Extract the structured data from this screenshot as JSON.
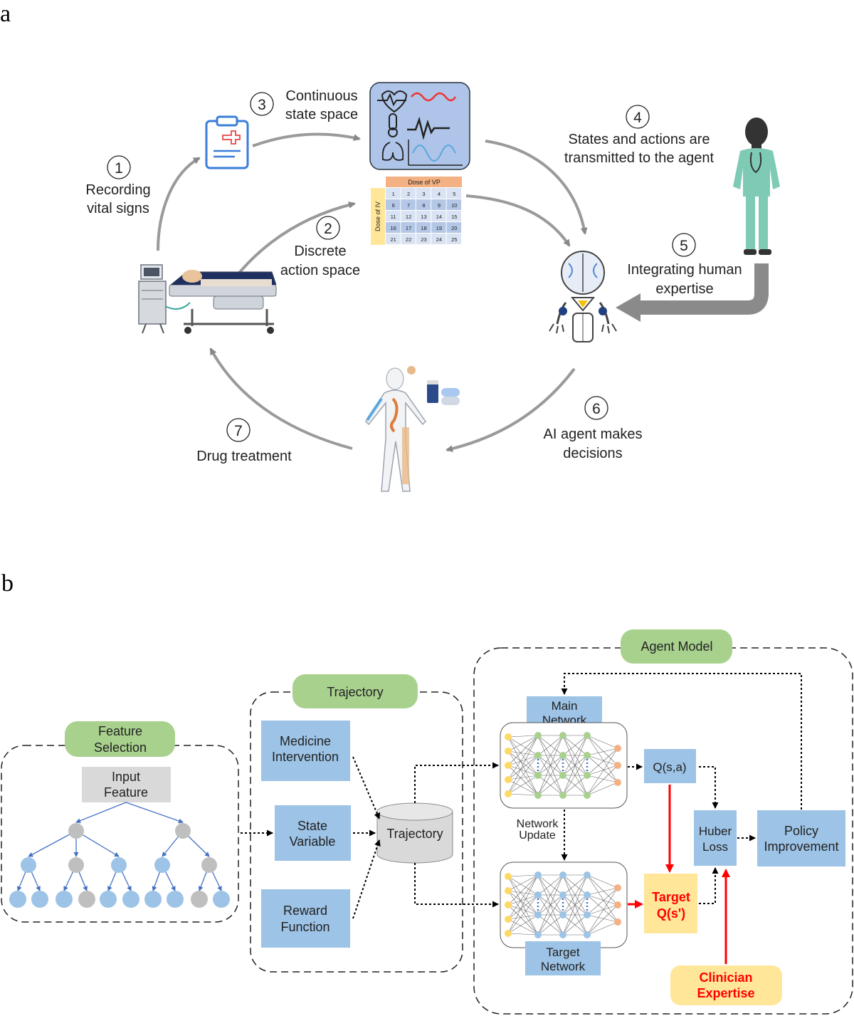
{
  "panel_a": {
    "label": "a",
    "steps": [
      {
        "num": "1",
        "line1": "Recording",
        "line2": "vital signs"
      },
      {
        "num": "2",
        "line1": "Discrete",
        "line2": "action space"
      },
      {
        "num": "3",
        "line1": "Continuous",
        "line2": "state space"
      },
      {
        "num": "4",
        "line1": "States and actions are",
        "line2": "transmitted to the agent"
      },
      {
        "num": "5",
        "line1": "Integrating human",
        "line2": "expertise"
      },
      {
        "num": "6",
        "line1": "AI agent makes",
        "line2": "decisions"
      },
      {
        "num": "7",
        "line1": "Drug treatment",
        "line2": ""
      }
    ],
    "action_table": {
      "col_header": "Dose of VP",
      "row_header": "Dose of IV",
      "cells": [
        [
          "1",
          "2",
          "3",
          "4",
          "5"
        ],
        [
          "6",
          "7",
          "8",
          "9",
          "10"
        ],
        [
          "11",
          "12",
          "13",
          "14",
          "15"
        ],
        [
          "16",
          "17",
          "18",
          "19",
          "20"
        ],
        [
          "21",
          "22",
          "23",
          "24",
          "25"
        ]
      ]
    }
  },
  "panel_b": {
    "label": "b",
    "groups": {
      "feature_selection": {
        "title_line1": "Feature",
        "title_line2": "Selection",
        "input_line1": "Input",
        "input_line2": "Feature"
      },
      "trajectory": {
        "title": "Trajectory"
      },
      "agent_model": {
        "title": "Agent Model"
      }
    },
    "boxes": {
      "medicine": {
        "line1": "Medicine",
        "line2": "Intervention"
      },
      "state": {
        "line1": "State",
        "line2": "Variable"
      },
      "reward": {
        "line1": "Reward",
        "line2": "Function"
      },
      "trajectory_db": "Trajectory",
      "main_network": {
        "line1": "Main",
        "line2": "Network"
      },
      "target_network": {
        "line1": "Target",
        "line2": "Network"
      },
      "network_update": {
        "line1": "Network",
        "line2": "Update"
      },
      "qsa": "Q(s,a)",
      "target_q": {
        "line1": "Target",
        "line2": "Q(s')"
      },
      "huber": {
        "line1": "Huber",
        "line2": "Loss"
      },
      "policy": {
        "line1": "Policy",
        "line2": "Improvement"
      },
      "clinician": {
        "line1": "Clinician",
        "line2": "Expertise"
      }
    }
  },
  "colors": {
    "blue_box": "#9dc3e6",
    "green_pill": "#a9d18e",
    "yellow_box": "#ffe699",
    "red_text": "#ff0000",
    "gray_arrow": "#8c8c8c"
  }
}
